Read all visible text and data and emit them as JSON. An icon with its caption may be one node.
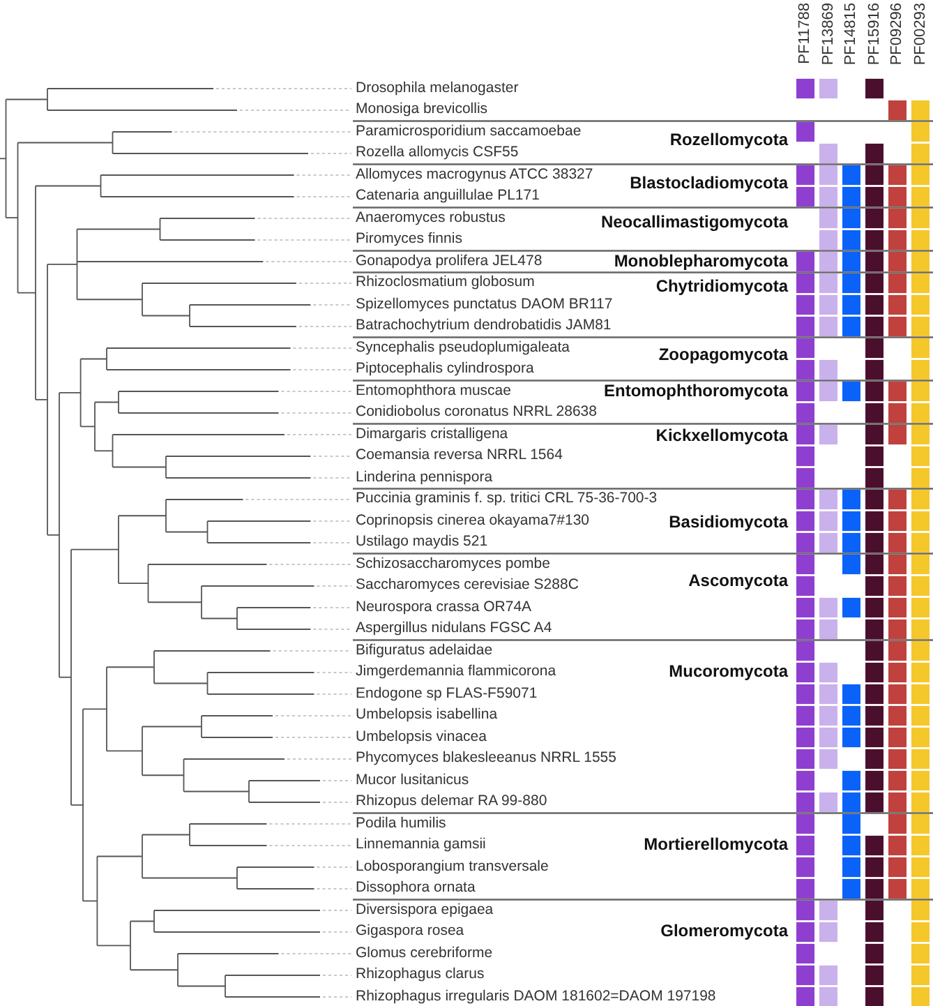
{
  "diagram": {
    "labels": [
      "PF11788",
      "PF13869",
      "PF14815",
      "PF15916",
      "PF09296",
      "PF00293",
      "Drosophila melanogaster",
      "Monosiga brevicollis",
      "Paramicrosporidium saccamoebae",
      "Rozellomycota",
      "Rozella allomycis CSF55",
      "Allomyces macrogynus ATCC 38327",
      "Blastocladiomycota",
      "Catenaria anguillulae PL171",
      "Anaeromyces robustus",
      "Neocallimastigomycota",
      "Piromyces finnis",
      "Gonapodya prolifera JEL478",
      "Monoblepharomycota",
      "Rhizoclosmatium globosum",
      "Chytridiomycota",
      "Spizellomyces punctatus DAOM BR117",
      "Batrachochytrium dendrobatidis JAM81",
      "Syncephalis pseudoplumigaleata",
      "Zoopagomycota",
      "Piptocephalis cylindrospora",
      "Entomophthora muscae",
      "Entomophthoromycota",
      "Conidiobolus coronatus NRRL 28638",
      "Dimargaris cristalligena",
      "Kickxellomycota",
      "Coemansia reversa NRRL 1564",
      "Linderina pennispora",
      "Puccinia graminis f. sp. tritici CRL 75-36-700-3",
      "Coprinopsis cinerea okayama7#130",
      "Basidiomycota",
      "Ustilago maydis 521",
      "Schizosaccharomyces pombe",
      "Saccharomyces cerevisiae S288C",
      "Ascomycota",
      "Neurospora crassa OR74A",
      "Aspergillus nidulans FGSC A4",
      "Bifiguratus adelaidae",
      "Jimgerdemannia flammicorona",
      "Mucoromycota",
      "Endogone sp FLAS-F59071",
      "Umbelopsis isabellina",
      "Umbelopsis vinacea",
      "Phycomyces blakesleeanus NRRL 1555",
      "Mucor lusitanicus",
      "Rhizopus delemar RA 99-880",
      "Podila humilis",
      "Linnemannia gamsii",
      "Mortierellomycota",
      "Lobosporangium transversale",
      "Dissophora ornata",
      "Diversispora epigaea",
      "Gigaspora rosea",
      "Glomeromycota",
      "Glomus cerebriforme",
      "Rhizophagus clarus",
      "Rhizophagus irregularis DAOM 181602=DAOM 197198"
    ]
  }
}
